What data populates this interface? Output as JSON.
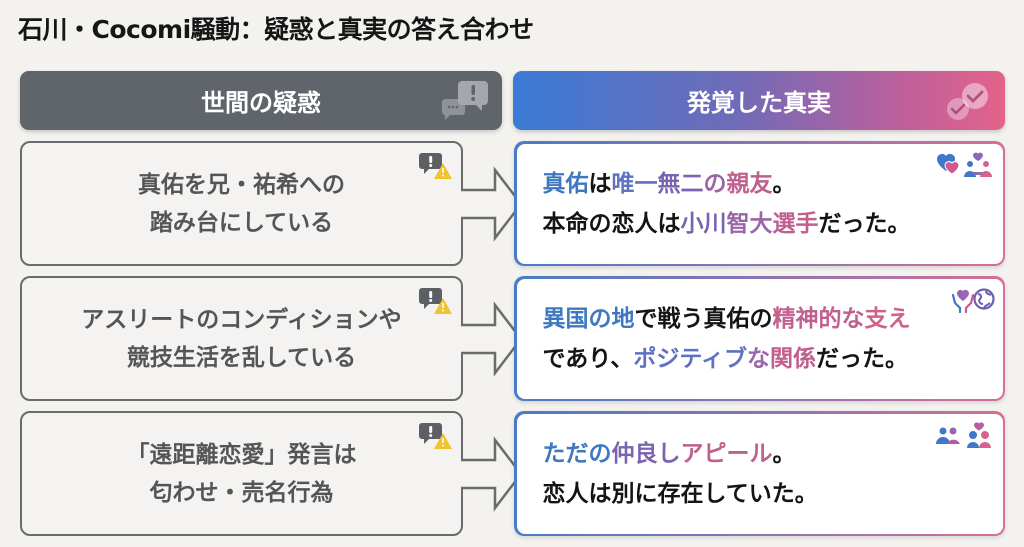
{
  "title": "石川・Cocomi騒動：疑惑と真実の答え合わせ",
  "headers": {
    "left": {
      "label": "世間の疑惑",
      "icon": "speech-bubbles-exclamation-icon",
      "color": "#5f656b"
    },
    "right": {
      "label": "発覚した真実",
      "icon": "double-check-circles-icon",
      "gradient": [
        "#3a7bd5",
        "#e3638a"
      ]
    }
  },
  "rows": [
    {
      "suspicion": {
        "lines": [
          "真佑を兄・祐希への",
          "踏み台にしている"
        ],
        "icon": "warning-speech-icon"
      },
      "truth": {
        "line1": [
          {
            "text": "真佑",
            "color": "blue"
          },
          {
            "text": "は",
            "color": "black"
          },
          {
            "text": "唯一",
            "color": "bv"
          },
          {
            "text": "無二",
            "color": "vio"
          },
          {
            "text": "の",
            "color": "purp"
          },
          {
            "text": "親友",
            "color": "pink"
          },
          {
            "text": "。",
            "color": "black"
          }
        ],
        "line2": [
          {
            "text": "本命の恋人は",
            "color": "black"
          },
          {
            "text": "小川",
            "color": "vio"
          },
          {
            "text": "智大",
            "color": "purp"
          },
          {
            "text": "選手",
            "color": "pink"
          },
          {
            "text": "だった。",
            "color": "black"
          }
        ],
        "icons": [
          "hearts-icon",
          "couple-heart-icon"
        ]
      }
    },
    {
      "suspicion": {
        "lines": [
          "アスリートのコンディションや",
          "競技生活を乱している"
        ],
        "icon": "warning-speech-icon"
      },
      "truth": {
        "line1": [
          {
            "text": "異国の地",
            "color": "blue"
          },
          {
            "text": "で戦う真佑の",
            "color": "black"
          },
          {
            "text": "精神的な",
            "color": "pink"
          },
          {
            "text": "支え",
            "color": "pink2"
          }
        ],
        "line2": [
          {
            "text": "であり、",
            "color": "black"
          },
          {
            "text": "ポジティブ",
            "color": "bv"
          },
          {
            "text": "な",
            "color": "purp"
          },
          {
            "text": "関係",
            "color": "pink"
          },
          {
            "text": "だった。",
            "color": "black"
          }
        ],
        "icons": [
          "hands-heart-icon",
          "globe-icon"
        ]
      }
    },
    {
      "suspicion": {
        "lines": [
          "「遠距離恋愛」発言は",
          "匂わせ・売名行為"
        ],
        "icon": "warning-speech-icon"
      },
      "truth": {
        "line1": [
          {
            "text": "ただの",
            "color": "blue"
          },
          {
            "text": "仲良し",
            "color": "vio"
          },
          {
            "text": "アピール",
            "color": "pink"
          },
          {
            "text": "。",
            "color": "black"
          }
        ],
        "line2": [
          {
            "text": "恋人は別に存在していた。",
            "color": "black"
          }
        ],
        "icons": [
          "friends-icon",
          "couple-heart-icon"
        ]
      }
    }
  ]
}
